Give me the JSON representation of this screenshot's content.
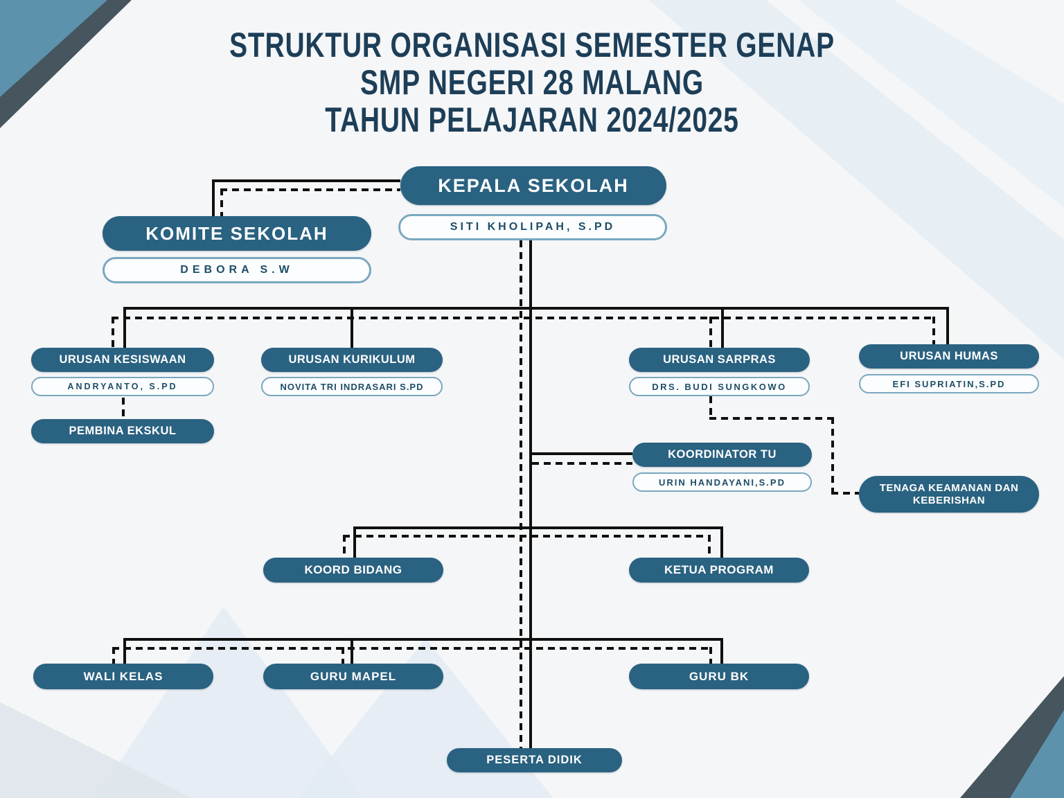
{
  "title": {
    "line1": "STRUKTUR ORGANISASI SEMESTER GENAP",
    "line2": "SMP NEGERI 28 MALANG",
    "line3": "TAHUN PELAJARAN 2024/2025"
  },
  "nodes": {
    "kepala": {
      "label": "KEPALA SEKOLAH",
      "name": "SITI KHOLIPAH, S.PD"
    },
    "komite": {
      "label": "KOMITE SEKOLAH",
      "name": "DEBORA S.W"
    },
    "kesiswaan": {
      "label": "URUSAN KESISWAAN",
      "name": "ANDRYANTO, S.PD"
    },
    "pembina": {
      "label": "PEMBINA EKSKUL"
    },
    "kurikulum": {
      "label": "URUSAN KURIKULUM",
      "name": "NOVITA TRI INDRASARI S.PD"
    },
    "sarpras": {
      "label": "URUSAN SARPRAS",
      "name": "DRS. BUDI SUNGKOWO"
    },
    "humas": {
      "label": "URUSAN HUMAS",
      "name": "EFI SUPRIATIN,S.PD"
    },
    "koordinator_tu": {
      "label": "KOORDINATOR TU",
      "name": "URIN HANDAYANI,S.PD"
    },
    "tenaga": {
      "label": "TENAGA KEAMANAN DAN KEBERISHAN"
    },
    "koord_bidang": {
      "label": "KOORD BIDANG"
    },
    "ketua_program": {
      "label": "KETUA PROGRAM"
    },
    "wali_kelas": {
      "label": "WALI KELAS"
    },
    "guru_mapel": {
      "label": "GURU MAPEL"
    },
    "guru_bk": {
      "label": "GURU BK"
    },
    "peserta_didik": {
      "label": "PESERTA DIDIK"
    }
  },
  "colors": {
    "box_fill": "#2a6281",
    "box_text": "#ffffff",
    "name_border": "#7aa7bf",
    "name_text": "#1e4d66",
    "title_text": "#1d3e57",
    "connector": "#101010",
    "corner_blue": "#5d92ad",
    "corner_slate": "#46555e",
    "background": "#f5f6f8",
    "bg_chevron": "#e2ebf3"
  }
}
